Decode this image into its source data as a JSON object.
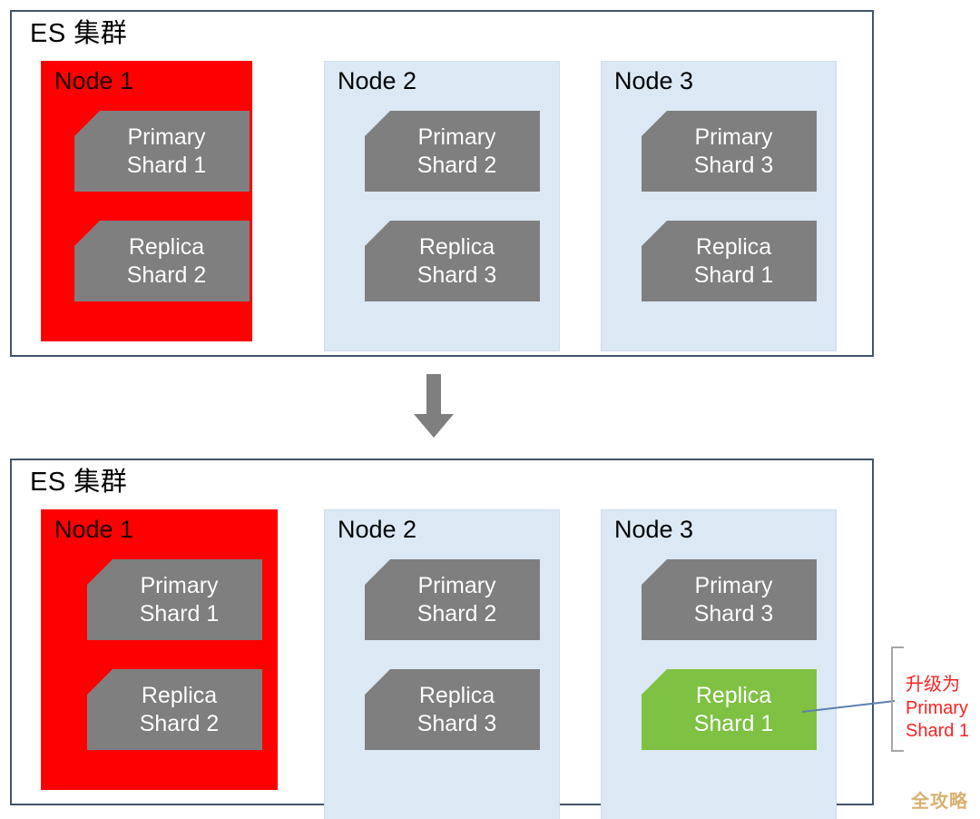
{
  "colors": {
    "frame_border": "#44546A",
    "node_blue": "#DCE9F5",
    "node_red": "#FE0000",
    "shard_gray": "#7F7F7F",
    "shard_green": "#7FC243",
    "callout_red": "#FF2020",
    "bracket_gray": "#A6A6A6",
    "arrow_gray": "#7F7F7F",
    "connector_blue": "#5B7FAD",
    "watermark_gold": "#D6B171"
  },
  "diagram": {
    "type": "elasticsearch-shard-failover",
    "watermark": "全攻略",
    "arrow": {
      "name": "down-arrow",
      "direction": "down"
    },
    "before": {
      "title": "ES 集群",
      "nodes": [
        {
          "label": "Node 1",
          "state": "failed",
          "fill": "red",
          "shards": [
            {
              "line1": "Primary",
              "line2": "Shard 1",
              "fill": "gray"
            },
            {
              "line1": "Replica",
              "line2": "Shard 2",
              "fill": "gray"
            }
          ]
        },
        {
          "label": "Node 2",
          "state": "normal",
          "fill": "blue",
          "shards": [
            {
              "line1": "Primary",
              "line2": "Shard 2",
              "fill": "gray"
            },
            {
              "line1": "Replica",
              "line2": "Shard 3",
              "fill": "gray"
            }
          ]
        },
        {
          "label": "Node 3",
          "state": "normal",
          "fill": "blue",
          "shards": [
            {
              "line1": "Primary",
              "line2": "Shard 3",
              "fill": "gray"
            },
            {
              "line1": "Replica",
              "line2": "Shard 1",
              "fill": "gray"
            }
          ]
        }
      ]
    },
    "after": {
      "title": "ES 集群",
      "nodes": [
        {
          "label": "Node 1",
          "state": "failed",
          "fill": "red",
          "shards": [
            {
              "line1": "Primary",
              "line2": "Shard 1",
              "fill": "gray"
            },
            {
              "line1": "Replica",
              "line2": "Shard 2",
              "fill": "gray"
            }
          ]
        },
        {
          "label": "Node 2",
          "state": "normal",
          "fill": "blue",
          "shards": [
            {
              "line1": "Primary",
              "line2": "Shard 2",
              "fill": "gray"
            },
            {
              "line1": "Replica",
              "line2": "Shard 3",
              "fill": "gray"
            }
          ]
        },
        {
          "label": "Node 3",
          "state": "normal",
          "fill": "blue",
          "shards": [
            {
              "line1": "Primary",
              "line2": "Shard 3",
              "fill": "gray"
            },
            {
              "line1": "Replica",
              "line2": "Shard 1",
              "fill": "green"
            }
          ]
        }
      ],
      "callout": {
        "line1": "升级为",
        "line2": "Primary",
        "line3": "Shard 1"
      }
    }
  }
}
